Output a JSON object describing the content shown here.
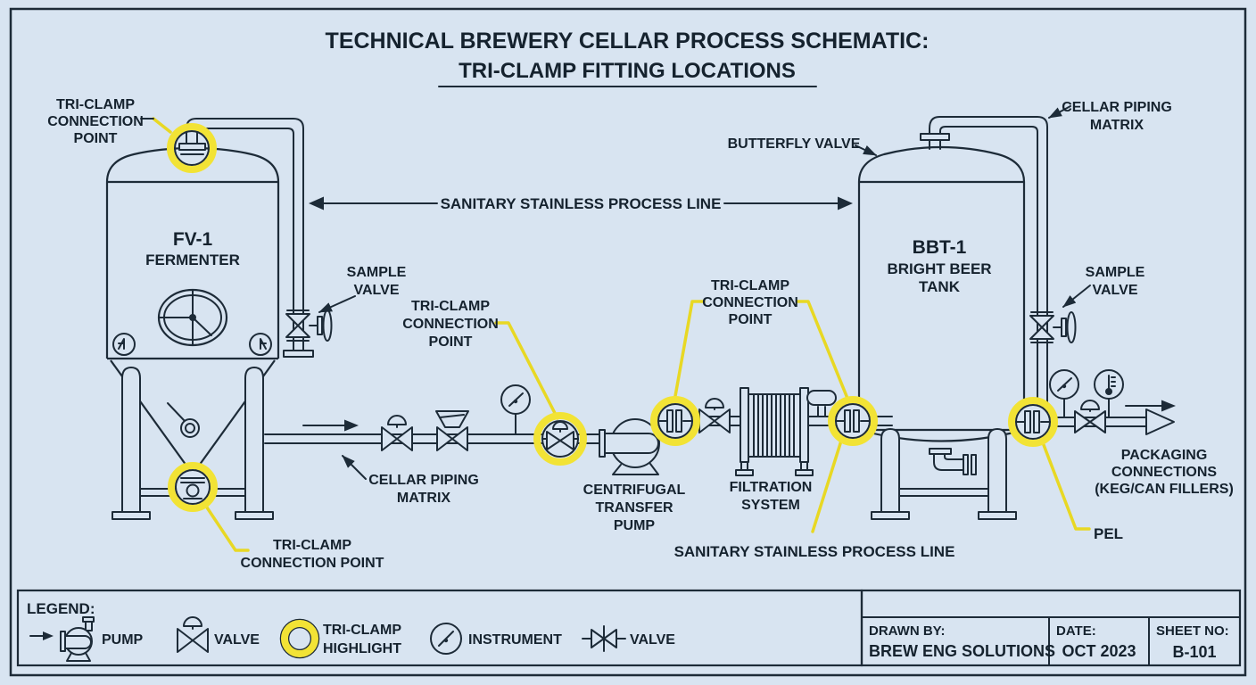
{
  "title": {
    "line1": "TECHNICAL BREWERY CELLAR PROCESS SCHEMATIC:",
    "line2": "TRI-CLAMP FITTING LOCATIONS"
  },
  "tanks": {
    "fv": {
      "id": "FV-1",
      "name": "FERMENTER"
    },
    "bbt": {
      "id": "BBT-1",
      "name_line1": "BRIGHT BEER",
      "name_line2": "TANK"
    }
  },
  "labels": {
    "tc_top_left": [
      "TRI-CLAMP",
      "CONNECTION",
      "POINT"
    ],
    "sanitary_top": "SANITARY STAINLESS PROCESS LINE",
    "sample_valve_left": [
      "SAMPLE",
      "VALVE"
    ],
    "tc_mid_left": [
      "TRI-CLAMP",
      "CONNECTION",
      "POINT"
    ],
    "cellar_piping_left": [
      "CELLAR PIPING",
      "MATRIX"
    ],
    "pump": [
      "CENTRIFUGAL",
      "TRANSFER",
      "PUMP"
    ],
    "tc_mid_right": [
      "TRI-CLAMP",
      "CONNECTION",
      "POINT"
    ],
    "filtration": [
      "FILTRATION",
      "SYSTEM"
    ],
    "sanitary_bottom": "SANITARY STAINLESS PROCESS LINE",
    "butterfly_valve": "BUTTERFLY VALVE",
    "cellar_piping_right": [
      "CELLAR PIPING",
      "MATRIX"
    ],
    "sample_valve_right": [
      "SAMPLE",
      "VALVE"
    ],
    "packaging": [
      "PACKAGING",
      "CONNECTIONS",
      "(KEG/CAN FILLERS)"
    ],
    "pel": "PEL",
    "tc_bottom_left": [
      "TRI-CLAMP",
      "CONNECTION POINT"
    ]
  },
  "legend": {
    "heading": "LEGEND:",
    "items": [
      {
        "symbol": "pump-icon",
        "label": "PUMP"
      },
      {
        "symbol": "valve-icon",
        "label": "VALVE"
      },
      {
        "symbol": "tri-clamp-highlight-icon",
        "label_line1": "TRI-CLAMP",
        "label_line2": "HIGHLIGHT"
      },
      {
        "symbol": "instrument-icon",
        "label": "INSTRUMENT"
      },
      {
        "symbol": "inline-valve-icon",
        "label": "VALVE"
      }
    ]
  },
  "title_block": {
    "drawn_by_label": "DRAWN BY:",
    "drawn_by": "BREW ENG SOLUTIONS",
    "date_label": "DATE:",
    "date": "OCT 2023",
    "sheet_label": "SHEET NO:",
    "sheet": "B-101"
  },
  "colors": {
    "background": "#d8e4f1",
    "line": "#1d2b38",
    "highlight_yellow": "#f2e335",
    "leader_yellow": "#e8d824"
  }
}
